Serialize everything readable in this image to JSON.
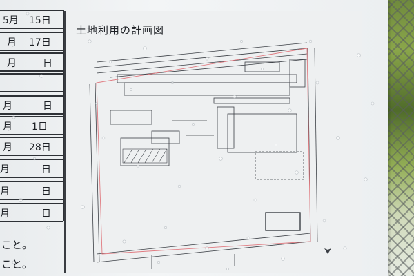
{
  "board": {
    "title": "土地利用の計画図",
    "form_rows": [
      {
        "month": "5月",
        "day": "15日"
      },
      {
        "month": "月",
        "day": "17日"
      },
      {
        "month": "月",
        "day": "日"
      },
      {
        "month": "",
        "day": ""
      },
      {
        "month": "月",
        "day": "日"
      },
      {
        "month": "月",
        "day": "1日"
      },
      {
        "month": "月",
        "day": "28日"
      },
      {
        "month": "月",
        "day": "日"
      },
      {
        "month": "月",
        "day": "日"
      },
      {
        "month": "月",
        "day": "日"
      }
    ],
    "notes": [
      "こと。",
      "こと。"
    ]
  },
  "colors": {
    "board": "#eef0f1",
    "line": "#2e3136",
    "boundary": "#e07a80",
    "foliage": "#6f8a3d"
  }
}
